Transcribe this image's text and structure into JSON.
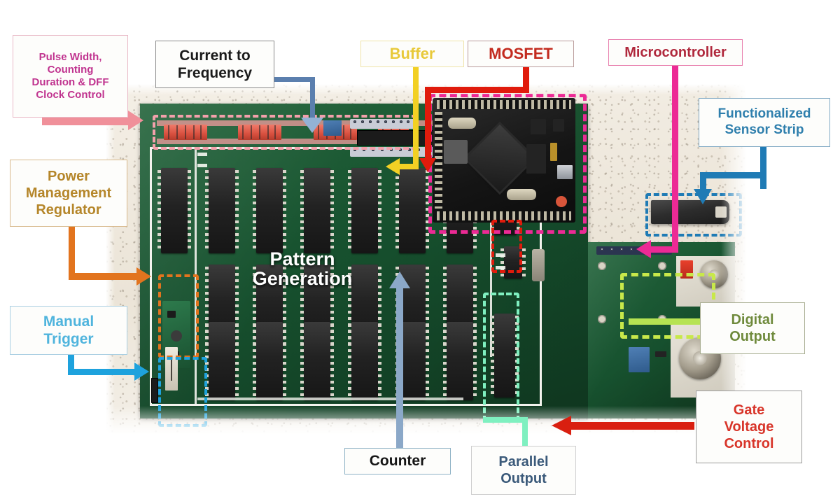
{
  "figure": {
    "kind": "annotated-photograph",
    "subject": "printed circuit board",
    "overlay_text": "Pattern Generation"
  },
  "labels": [
    {
      "id": "pulse-width",
      "text_lines": [
        "Pulse Width,",
        "Counting",
        "Duration & DFF",
        "Clock Control"
      ],
      "text_color": "#c0338f",
      "border_color": "#e9b9c6",
      "connector_color": "#f0909a"
    },
    {
      "id": "current-to-frequency",
      "text_lines": [
        "Current to",
        "Frequency"
      ],
      "text_color": "#1a1a1a",
      "border_color": "#8a8a8a",
      "connector_color": "#5b7fae"
    },
    {
      "id": "buffer",
      "text_lines": [
        "Buffer"
      ],
      "text_color": "#e8c93a",
      "border_color": "#efe3a8",
      "connector_color": "#f2d024"
    },
    {
      "id": "mosfet",
      "text_lines": [
        "MOSFET"
      ],
      "text_color": "#c32b1f",
      "border_color": "#b99b9a",
      "connector_color": "#e01b0c"
    },
    {
      "id": "microcontroller",
      "text_lines": [
        "Microcontroller"
      ],
      "text_color": "#b0283c",
      "border_color": "#e87fae",
      "connector_color": "#ec2a95"
    },
    {
      "id": "functionalized-sensor-strip",
      "text_lines": [
        "Functionalized",
        "Sensor Strip"
      ],
      "text_color": "#2f7fad",
      "border_color": "#7fa8c4",
      "connector_color": "#1f7bb5"
    },
    {
      "id": "power-management-regulator",
      "text_lines": [
        "Power",
        "Management",
        "Regulator"
      ],
      "text_color": "#b5862a",
      "border_color": "#d8b98c",
      "connector_color": "#e2741e"
    },
    {
      "id": "manual-trigger",
      "text_lines": [
        "Manual",
        "Trigger"
      ],
      "text_color": "#4fb4dd",
      "border_color": "#a9cfe2",
      "connector_color": "#1ea2dd"
    },
    {
      "id": "counter",
      "text_lines": [
        "Counter"
      ],
      "text_color": "#151515",
      "border_color": "#8fb3c6",
      "connector_color": "#7f9dc0"
    },
    {
      "id": "parallel-output",
      "text_lines": [
        "Parallel",
        "Output"
      ],
      "text_color": "#3b5a7a",
      "border_color": "#cfcfcf",
      "connector_color": "#7ff0c0"
    },
    {
      "id": "digital-output",
      "text_lines": [
        "Digital",
        "Output"
      ],
      "text_color": "#6f8a3c",
      "border_color": "#a9ae92",
      "connector_color": "#b6e352"
    },
    {
      "id": "gate-voltage-control",
      "text_lines": [
        "Gate",
        "Voltage",
        "Control"
      ],
      "text_color": "#d8352a",
      "border_color": "#9a9a9a",
      "connector_color": "#d91f10"
    }
  ],
  "regions": [
    {
      "id": "pulse-width-region",
      "color": "#f3a0ab"
    },
    {
      "id": "microcontroller-region",
      "color": "#ec2a95"
    },
    {
      "id": "mosfet-region",
      "color": "#e01b0c"
    },
    {
      "id": "sensor-strip-region",
      "color": "#1f7bb5"
    },
    {
      "id": "regulator-region",
      "color": "#e2741e"
    },
    {
      "id": "manual-trigger-region",
      "color": "#1ea2dd"
    },
    {
      "id": "digital-output-region",
      "color": "#c8e84a"
    },
    {
      "id": "parallel-output-region",
      "color": "#7ff0c0"
    }
  ]
}
